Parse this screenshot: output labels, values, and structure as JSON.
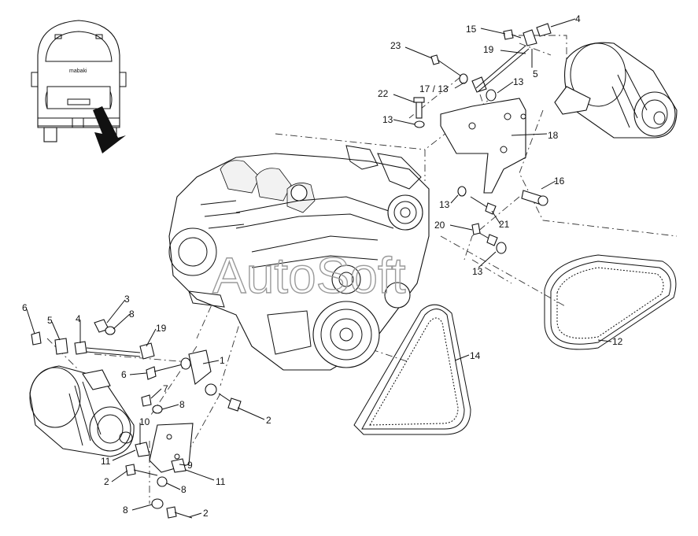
{
  "watermark": "AutoSoft",
  "bus_badge": "mabaki",
  "callouts": [
    "23",
    "15",
    "19",
    "4",
    "5",
    "17 / 13",
    "13",
    "22",
    "13",
    "18",
    "16",
    "13",
    "21",
    "20",
    "13",
    "12",
    "14",
    "3",
    "8",
    "6",
    "5",
    "4",
    "19",
    "6",
    "1",
    "7",
    "8",
    "2",
    "10",
    "11",
    "9",
    "11",
    "2",
    "8",
    "8",
    "2"
  ]
}
